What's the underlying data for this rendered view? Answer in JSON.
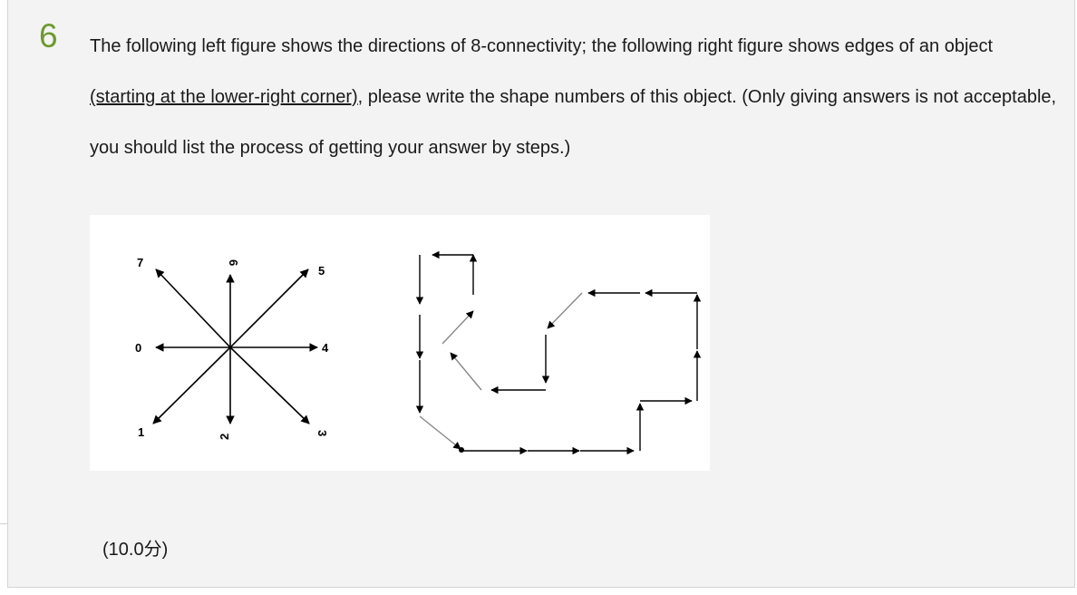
{
  "question": {
    "number": "6",
    "text_part1": "The following left figure shows the directions of 8-connectivity; the following right figure shows edges of an object ",
    "text_underlined": "(starting at the lower-right corner)",
    "text_part2": ", please write the shape numbers of this object. (Only giving answers is not acceptable, you should list the process of getting your answer by steps.)",
    "score": "(10.0分)"
  },
  "figure": {
    "direction_labels": {
      "d0": "0",
      "d1": "1",
      "d2": "2",
      "d3": "3",
      "d4": "4",
      "d5": "5",
      "d6": "6",
      "d7": "7"
    }
  }
}
